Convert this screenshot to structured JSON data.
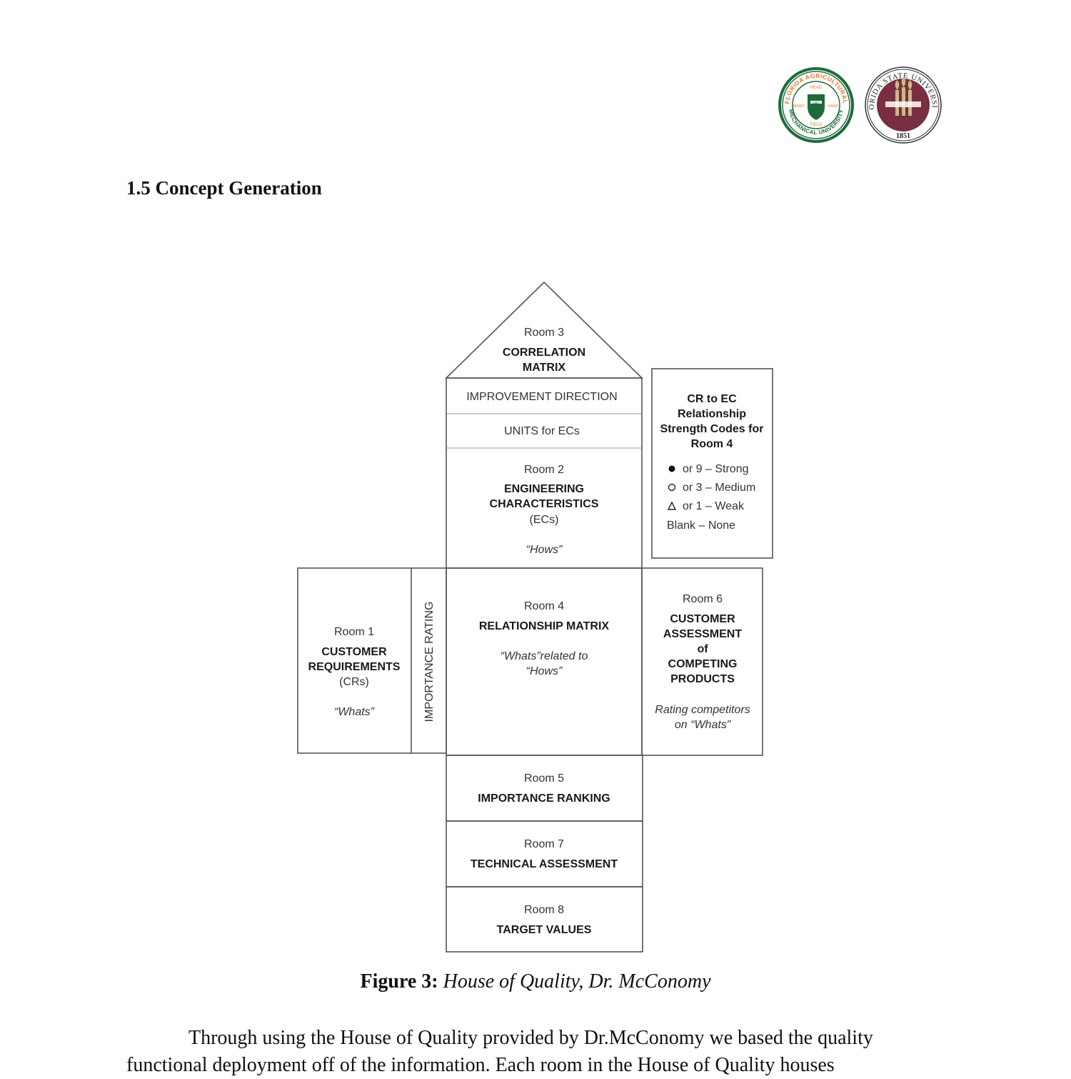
{
  "header": {
    "logo_famu": {
      "ring_top": "FLORIDA AGRICULTURAL",
      "ring_bottom": "MECHANICAL UNIVERSITY",
      "center": [
        "HEAD",
        "HEART",
        "HAND",
        "FIELD",
        "1887"
      ],
      "colors": {
        "orange": "#e8792a",
        "green": "#1e6b3a"
      }
    },
    "logo_fsu": {
      "ring_top": "FLORIDA STATE UNIVERSITY",
      "year": "1851",
      "colors": {
        "garnet": "#782f40",
        "gold": "#ceb888"
      }
    }
  },
  "section": {
    "heading": "1.5 Concept Generation"
  },
  "diagram": {
    "room3": {
      "room": "Room 3",
      "title_1": "CORRELATION",
      "title_2": "MATRIX"
    },
    "improvement_direction": "IMPROVEMENT DIRECTION",
    "units": "UNITS for ECs",
    "room2": {
      "room": "Room 2",
      "title_1": "ENGINEERING",
      "title_2": "CHARACTERISTICS",
      "abbr": "(ECs)",
      "quote": "“Hows”"
    },
    "legend": {
      "title_1": "CR to EC",
      "title_2": "Relationship",
      "title_3": "Strength Codes for",
      "title_4": "Room 4",
      "strong": "or 9 – Strong",
      "medium": "or 3 – Medium",
      "weak": "or 1 – Weak",
      "none": "Blank – None"
    },
    "room1": {
      "room": "Room 1",
      "title_1": "CUSTOMER",
      "title_2": "REQUIREMENTS",
      "abbr": "(CRs)",
      "quote": "“Whats”"
    },
    "importance_rating": "IMPORTANCE RATING",
    "room4": {
      "room": "Room 4",
      "title": "RELATIONSHIP MATRIX",
      "desc_1": "“Whats”related to",
      "desc_2": "“Hows”"
    },
    "room6": {
      "room": "Room 6",
      "title_1": "CUSTOMER",
      "title_2": "ASSESSMENT",
      "title_3": "of",
      "title_4": "COMPETING",
      "title_5": "PRODUCTS",
      "desc_1": "Rating competitors",
      "desc_2": "on “Whats”"
    },
    "room5": {
      "room": "Room 5",
      "title": "IMPORTANCE RANKING"
    },
    "room7": {
      "room": "Room 7",
      "title": "TECHNICAL ASSESSMENT"
    },
    "room8": {
      "room": "Room 8",
      "title": "TARGET VALUES"
    }
  },
  "caption": {
    "label": "Figure 3:",
    "text": "House of Quality, Dr. McConomy"
  },
  "body": {
    "paragraph": "Through using the House of Quality provided by Dr.McConomy we based the quality functional deployment off of the information. Each room in the House of Quality houses"
  }
}
